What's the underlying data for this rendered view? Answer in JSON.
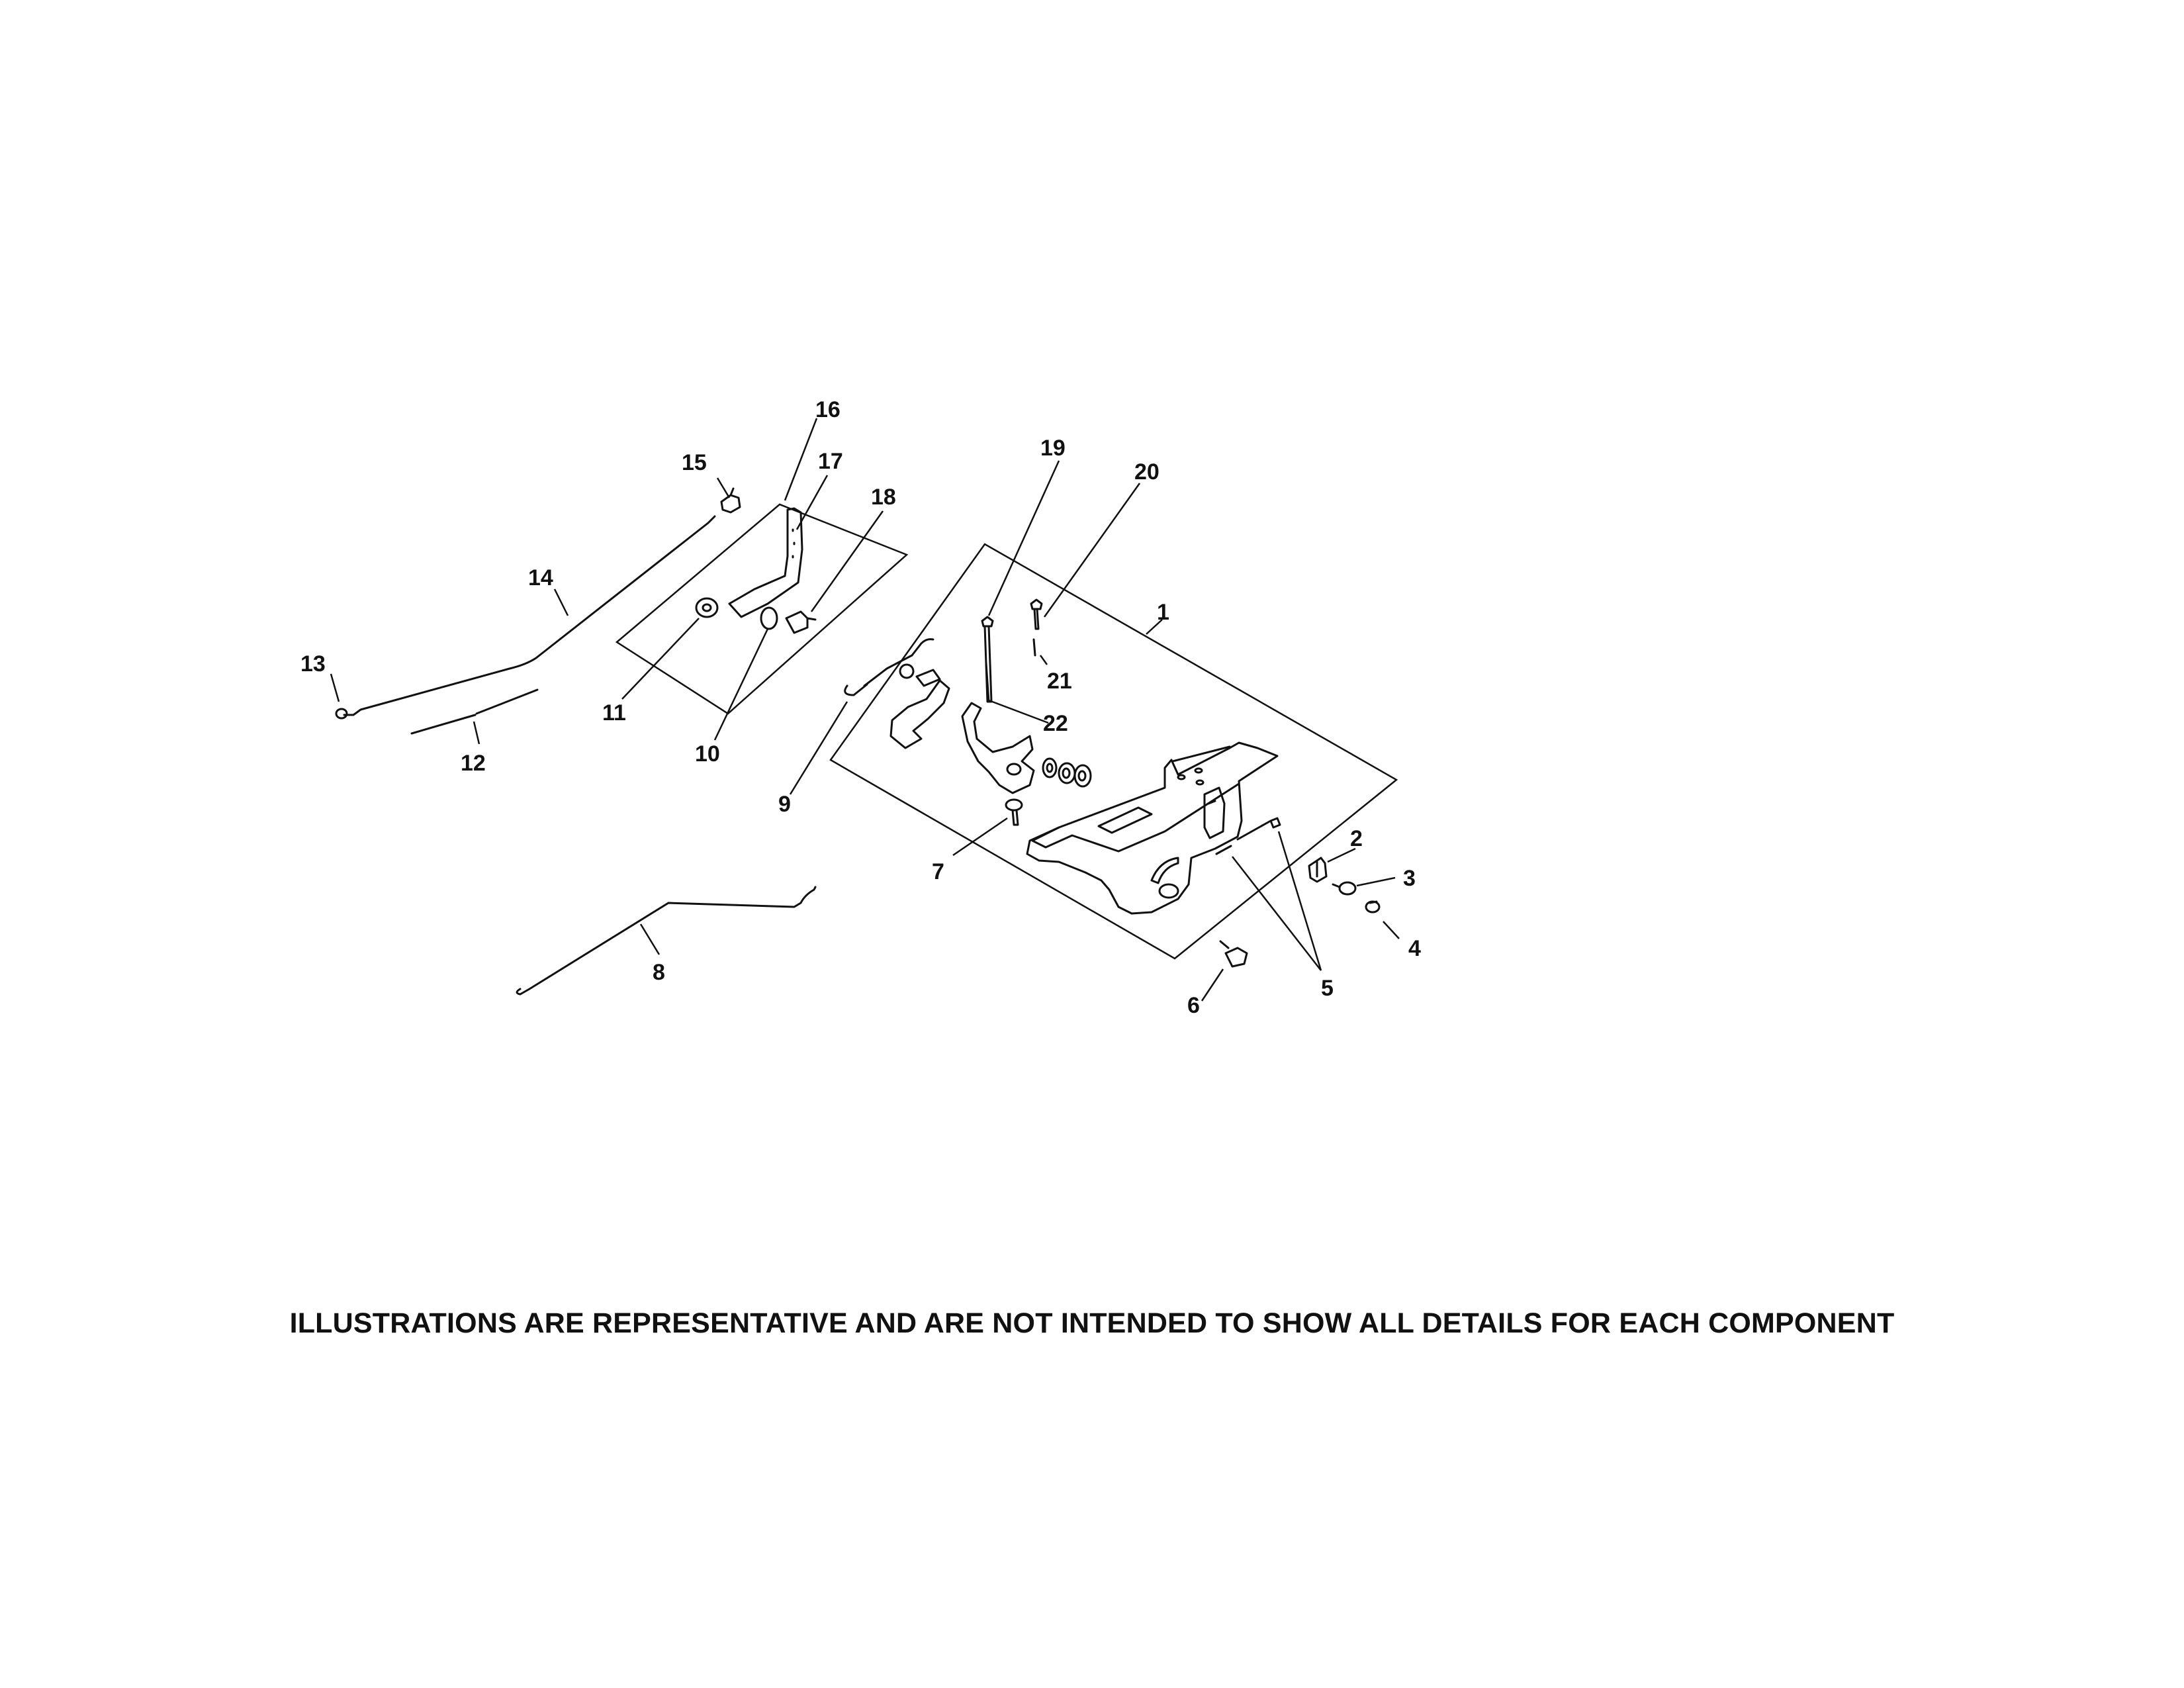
{
  "callouts": {
    "c1": "1",
    "c2": "2",
    "c3": "3",
    "c4": "4",
    "c5": "5",
    "c6": "6",
    "c7": "7",
    "c8": "8",
    "c9": "9",
    "c10": "10",
    "c11": "11",
    "c12": "12",
    "c13": "13",
    "c14": "14",
    "c15": "15",
    "c16": "16",
    "c17": "17",
    "c18": "18",
    "c19": "19",
    "c20": "20",
    "c21": "21",
    "c22": "22"
  },
  "caption": "ILLUSTRATIONS ARE REPRESENTATIVE AND ARE NOT INTENDED TO SHOW ALL DETAILS FOR EACH COMPONENT"
}
